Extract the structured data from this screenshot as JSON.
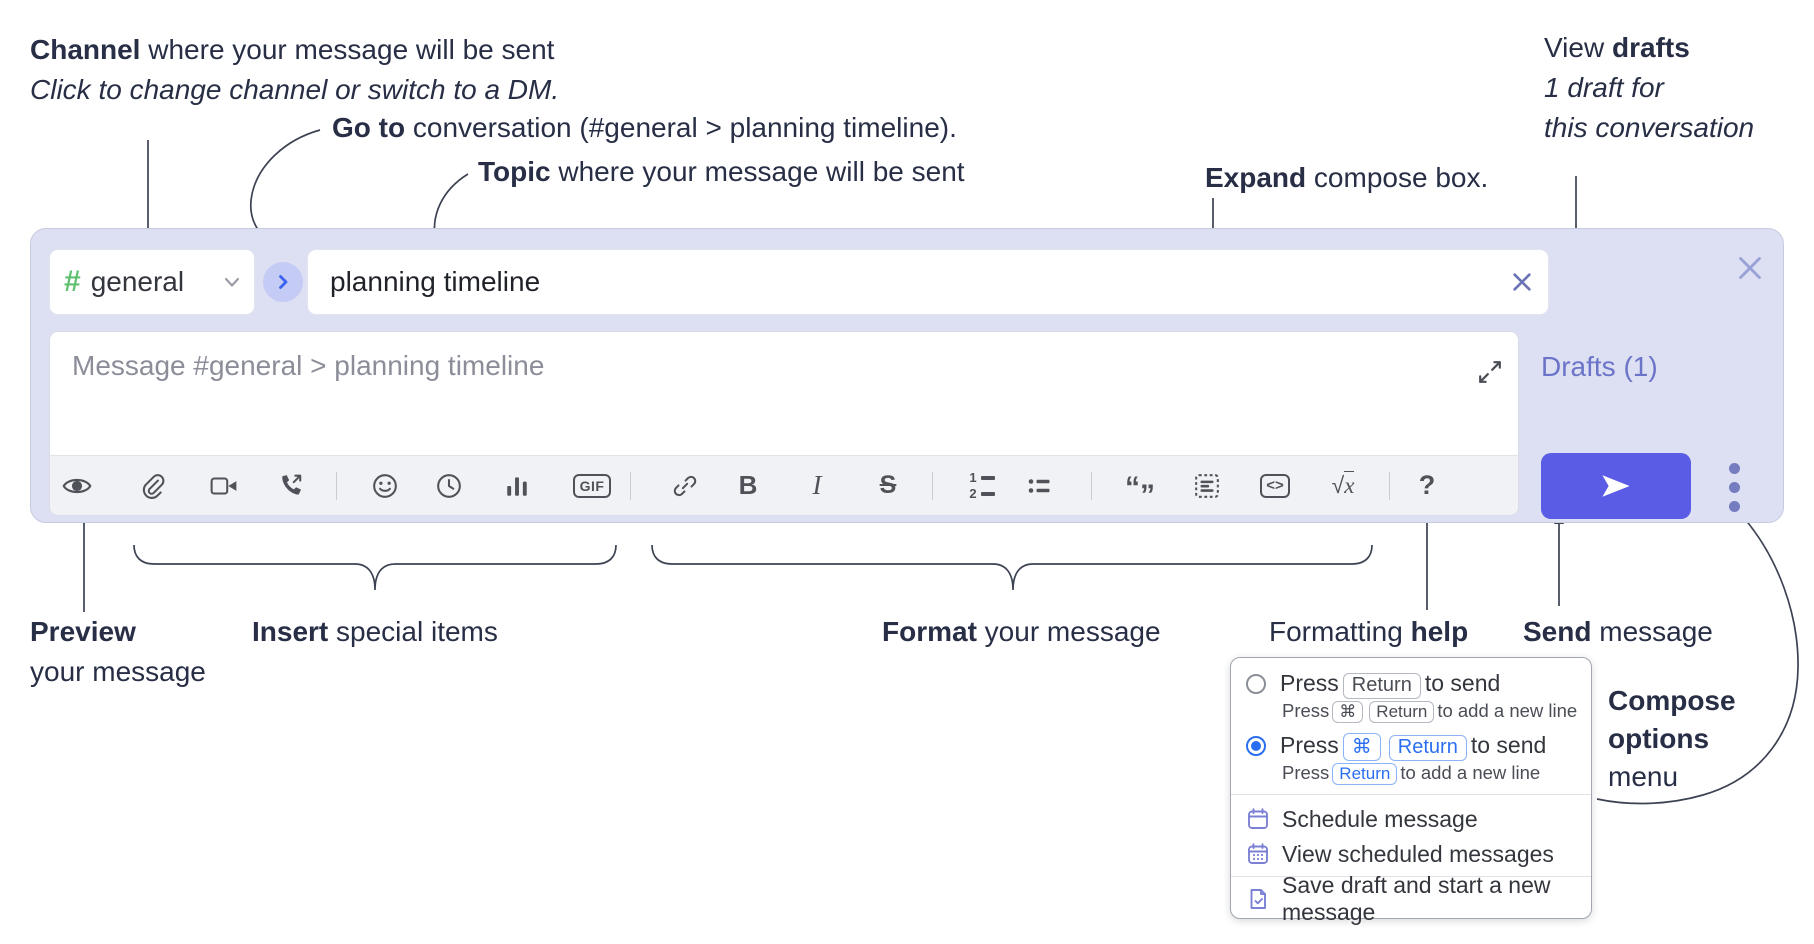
{
  "annotations": {
    "channel": {
      "bold": "Channel",
      "rest": " where your message will be sent",
      "sub": "Click to change channel or switch to a DM."
    },
    "go_to": {
      "bold": "Go to",
      "rest": " conversation (#general > planning timeline)."
    },
    "topic": {
      "bold": "Topic",
      "rest": " where your message will be sent"
    },
    "expand": {
      "bold": "Expand",
      "rest": " compose box."
    },
    "view_drafts": {
      "pre": "View ",
      "bold": "drafts",
      "sub1": "1 draft for",
      "sub2": "this conversation"
    },
    "preview": {
      "bold": "Preview",
      "sub": "your message"
    },
    "insert": {
      "bold": "Insert",
      "rest": " special items"
    },
    "format": {
      "bold": "Format",
      "rest": " your message"
    },
    "formatting_help": {
      "pre": "Formatting ",
      "bold": "help"
    },
    "send": {
      "bold": "Send",
      "rest": " message"
    },
    "compose_options": {
      "line1": "Compose",
      "line2": "options",
      "line3": "menu"
    }
  },
  "compose": {
    "channel_hash": "#",
    "channel_name": "general",
    "topic_value": "planning timeline",
    "message_placeholder": "Message #general > planning timeline",
    "drafts_label": "Drafts (1)"
  },
  "toolbar": {
    "gif": "GIF",
    "bold": "B",
    "italic": "I",
    "strike": "S",
    "code": "<>",
    "math_root": "√",
    "math_x": "x",
    "help": "?",
    "num1": "1",
    "num2": "2",
    "quote_open": "“",
    "quote_close": "”"
  },
  "menu": {
    "opt1": {
      "press": "Press",
      "key1": "Return",
      "suffix": "to send"
    },
    "opt1_sub": {
      "press": "Press",
      "key1": "⌘",
      "key2": "Return",
      "suffix": "to add a new line"
    },
    "opt2": {
      "press": "Press",
      "key1": "⌘",
      "key2": "Return",
      "suffix": "to send"
    },
    "opt2_sub": {
      "press": "Press",
      "key1": "Return",
      "suffix": "to add a new line"
    },
    "items": {
      "schedule": "Schedule message",
      "view_scheduled": "View scheduled messages",
      "save_draft": "Save draft and start a new message"
    }
  },
  "colors": {
    "compose_bg": "#dce0f2",
    "send_button": "#5b5ce5",
    "drafts_link": "#6b74c8",
    "hash_green": "#5fc06f",
    "go_circle": "#c4cbf4",
    "go_chevron": "#3b63ee",
    "key_blue": "#2b6ff0",
    "menu_icon_purple": "#7b80d4",
    "annotation_text": "#272e45"
  }
}
